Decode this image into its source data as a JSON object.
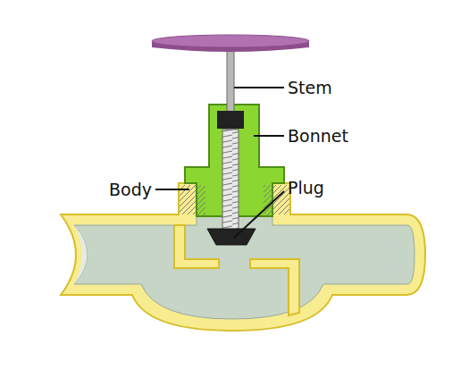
{
  "diagram": {
    "labels": [
      "Stem",
      "Bonnet",
      "Body",
      "Plug"
    ]
  }
}
